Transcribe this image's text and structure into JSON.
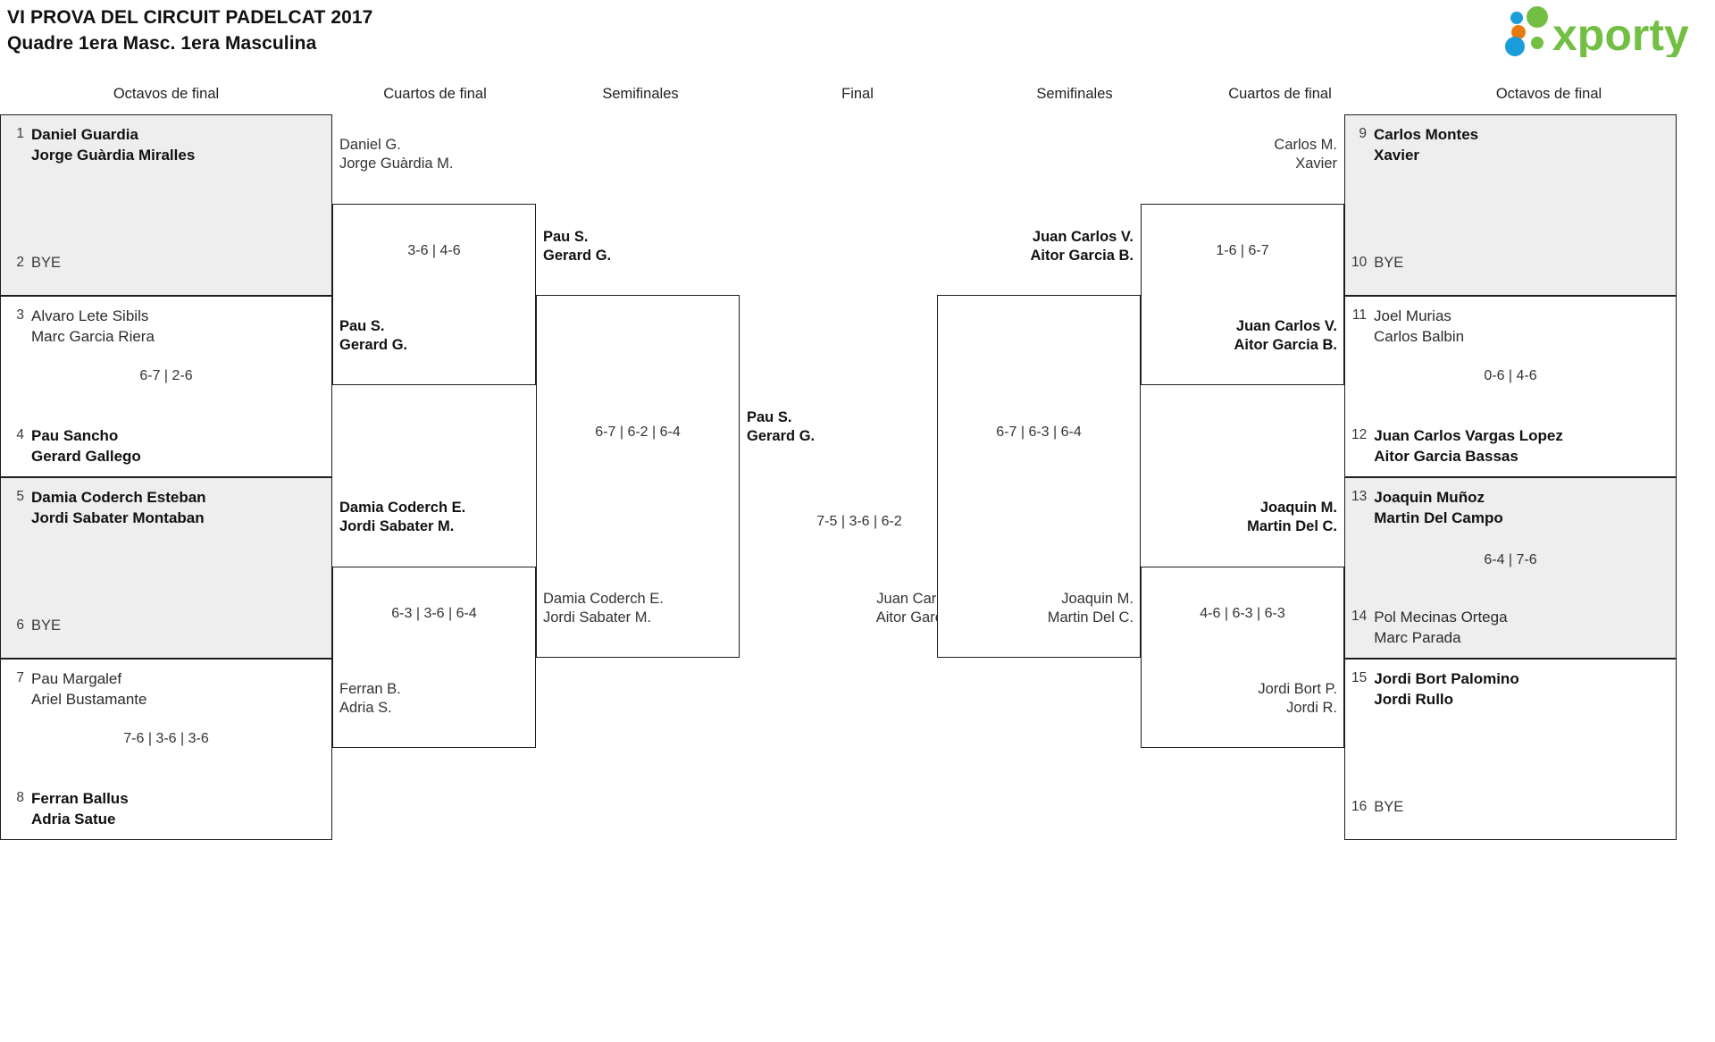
{
  "header": {
    "title": "VI PROVA DEL CIRCUIT PADELCAT 2017",
    "subtitle": "Quadre 1era Masc. 1era Masculina",
    "logo_text": "xporty",
    "logo_colors": {
      "green": "#72bf44",
      "blue": "#1b9dd9",
      "orange": "#e87b10"
    }
  },
  "round_headers": {
    "left_r16": "Octavos de final",
    "left_qf": "Cuartos de final",
    "left_sf": "Semifinales",
    "final": "Final",
    "right_sf": "Semifinales",
    "right_qf": "Cuartos de final",
    "right_r16": "Octavos de final"
  },
  "left": {
    "r16": [
      {
        "seed": "1",
        "p1": "Daniel Guardia",
        "p2": "Jorge Guàrdia Miralles",
        "winner": true,
        "bye": false
      },
      {
        "seed": "2",
        "p1": "BYE",
        "p2": "",
        "winner": false,
        "bye": true
      },
      {
        "seed": "3",
        "p1": "Alvaro Lete Sibils",
        "p2": "Marc Garcia Riera",
        "winner": false,
        "bye": false
      },
      {
        "seed": "4",
        "p1": "Pau Sancho",
        "p2": "Gerard Gallego",
        "winner": true,
        "bye": false
      },
      {
        "seed": "5",
        "p1": "Damia Coderch Esteban",
        "p2": "Jordi Sabater Montaban",
        "winner": true,
        "bye": false
      },
      {
        "seed": "6",
        "p1": "BYE",
        "p2": "",
        "winner": false,
        "bye": true
      },
      {
        "seed": "7",
        "p1": "Pau Margalef",
        "p2": "Ariel Bustamante",
        "winner": false,
        "bye": false
      },
      {
        "seed": "8",
        "p1": "Ferran Ballus",
        "p2": "Adria Satue",
        "winner": true,
        "bye": false
      }
    ],
    "r16_scores": [
      "",
      "6-7 | 2-6",
      "",
      "7-6 | 3-6 | 3-6"
    ],
    "qf": [
      {
        "p1": "Daniel G.",
        "p2": "Jorge Guàrdia M.",
        "winner": false
      },
      {
        "p1": "Pau S.",
        "p2": "Gerard G.",
        "winner": true
      },
      {
        "p1": "Damia Coderch E.",
        "p2": "Jordi Sabater M.",
        "winner": true
      },
      {
        "p1": "Ferran B.",
        "p2": "Adria S.",
        "winner": false
      }
    ],
    "qf_scores": [
      "3-6 | 4-6",
      "6-3 | 3-6 | 6-4"
    ],
    "sf": [
      {
        "p1": "Pau S.",
        "p2": "Gerard G.",
        "winner": true
      },
      {
        "p1": "Damia Coderch E.",
        "p2": "Jordi Sabater M.",
        "winner": false
      }
    ],
    "sf_score": "6-7 | 6-2 | 6-4"
  },
  "final": {
    "entrant": {
      "p1": "Pau S.",
      "p2": "Gerard G.",
      "winner": true
    },
    "score": "7-5 | 3-6 | 6-2"
  },
  "right": {
    "r16": [
      {
        "seed": "9",
        "p1": "Carlos Montes",
        "p2": "Xavier",
        "winner": true,
        "bye": false
      },
      {
        "seed": "10",
        "p1": "BYE",
        "p2": "",
        "winner": false,
        "bye": true
      },
      {
        "seed": "11",
        "p1": "Joel Murias",
        "p2": "Carlos Balbin",
        "winner": false,
        "bye": false
      },
      {
        "seed": "12",
        "p1": "Juan Carlos Vargas Lopez",
        "p2": "Aitor Garcia Bassas",
        "winner": true,
        "bye": false
      },
      {
        "seed": "13",
        "p1": "Joaquin Muñoz",
        "p2": "Martin Del Campo",
        "winner": true,
        "bye": false
      },
      {
        "seed": "14",
        "p1": "Pol Mecinas Ortega",
        "p2": "Marc Parada",
        "winner": false,
        "bye": false
      },
      {
        "seed": "15",
        "p1": "Jordi Bort Palomino",
        "p2": "Jordi Rullo",
        "winner": true,
        "bye": false
      },
      {
        "seed": "16",
        "p1": "BYE",
        "p2": "",
        "winner": false,
        "bye": true
      }
    ],
    "r16_scores": [
      "",
      "0-6 | 4-6",
      "6-4 | 7-6",
      ""
    ],
    "qf": [
      {
        "p1": "Carlos M.",
        "p2": "Xavier",
        "winner": false
      },
      {
        "p1": "Juan Carlos V.",
        "p2": "Aitor Garcia B.",
        "winner": true
      },
      {
        "p1": "Joaquin M.",
        "p2": "Martin Del C.",
        "winner": true
      },
      {
        "p1": "Jordi Bort P.",
        "p2": "Jordi R.",
        "winner": false
      }
    ],
    "qf_scores": [
      "1-6 | 6-7",
      "4-6 | 6-3 | 6-3"
    ],
    "sf": [
      {
        "p1": "Juan Carlos V.",
        "p2": "Aitor Garcia B.",
        "winner": true
      },
      {
        "p1": "Joaquin M.",
        "p2": "Martin Del C.",
        "winner": false
      }
    ],
    "sf_score": "6-7 | 6-3 | 6-4",
    "final_entrant": {
      "p1": "Juan Carlos V.",
      "p2": "Aitor Garcia B.",
      "winner": false
    }
  }
}
